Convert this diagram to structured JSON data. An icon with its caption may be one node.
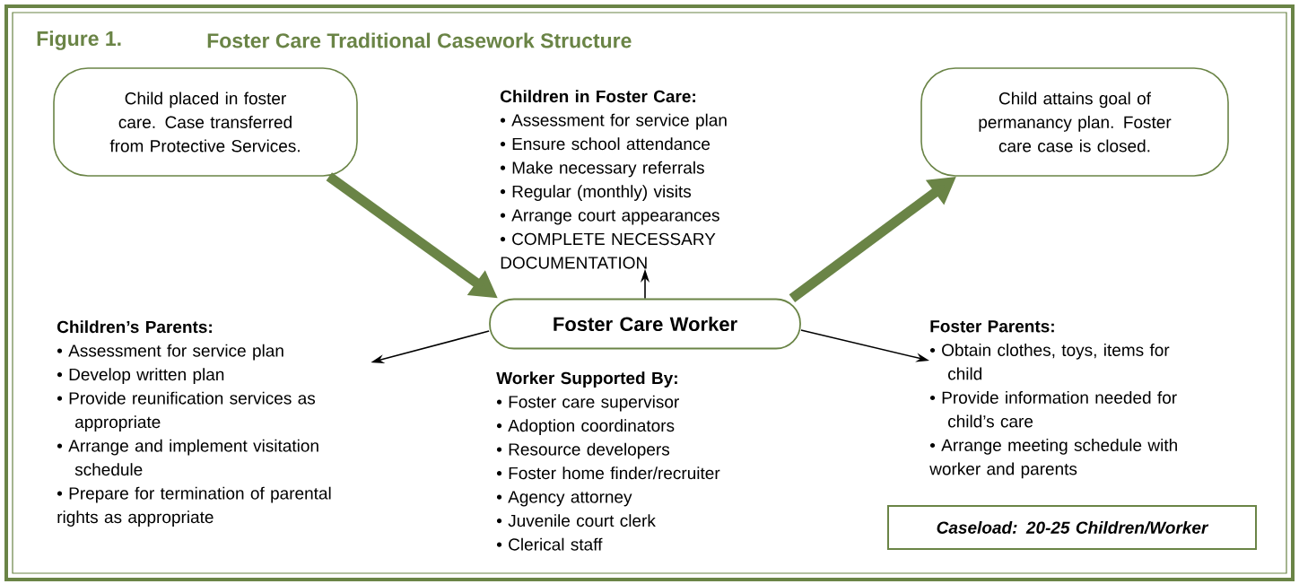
{
  "diagram": {
    "title": "Foster Care Traditional Casework Structure",
    "nodes": [
      {
        "text": [
          "Child placed in foster care. Case transferred from Protective Services."
        ]
      },
      {
        "text": [
          "Children in Foster Care:",
          "• Assessment for service plan",
          "• Ensure school attendance",
          "• Make necessary referrals",
          "• Regular (monthly) visits",
          "• Arrange court appearances",
          "• COMPLETE NECESSARY DOCUMENTATION"
        ]
      },
      {
        "text": [
          "Child attains goal of permanancy plan. Foster care case is closed."
        ]
      },
      {
        "text": [
          "Children’s Parents:",
          "• Assessment for service plan",
          "• Develop written plan",
          "• Provide reunification services as appropriate",
          "• Arrange and implement visitation schedule",
          "• Prepare for termination of parental rights as appropriate"
        ]
      },
      {
        "text": [
          "Foster Care Worker"
        ]
      },
      {
        "text": [
          "Foster Parents:",
          "• Obtain clothes, toys, items for child",
          "• Provide information needed for child’s care",
          "• Arrange meeting schedule with worker and parents"
        ]
      },
      {
        "text": [
          "Caseload: 20-25 Children/Worker"
        ]
      }
    ],
    "edges": [
      {
        "from": 0,
        "to": 4,
        "arrow": "to",
        "style": "thick",
        "color": "#6a8446"
      },
      {
        "from": 4,
        "to": 2,
        "arrow": "to",
        "style": "thick",
        "color": "#6a8446"
      },
      {
        "from": 4,
        "to": 1,
        "arrow": "to"
      },
      {
        "from": 4,
        "to": 3,
        "arrow": "to"
      },
      {
        "from": 4,
        "to": 5,
        "arrow": "to"
      }
    ],
    "labels": [
      "Figure 1.",
      "Worker Supported By:",
      "• Foster care supervisor",
      "• Adoption coordinators",
      "• Resource developers",
      "• Foster home finder/recruiter",
      "• Agency attorney",
      "• Juvenile court clerk",
      "• Clerical staff"
    ]
  }
}
